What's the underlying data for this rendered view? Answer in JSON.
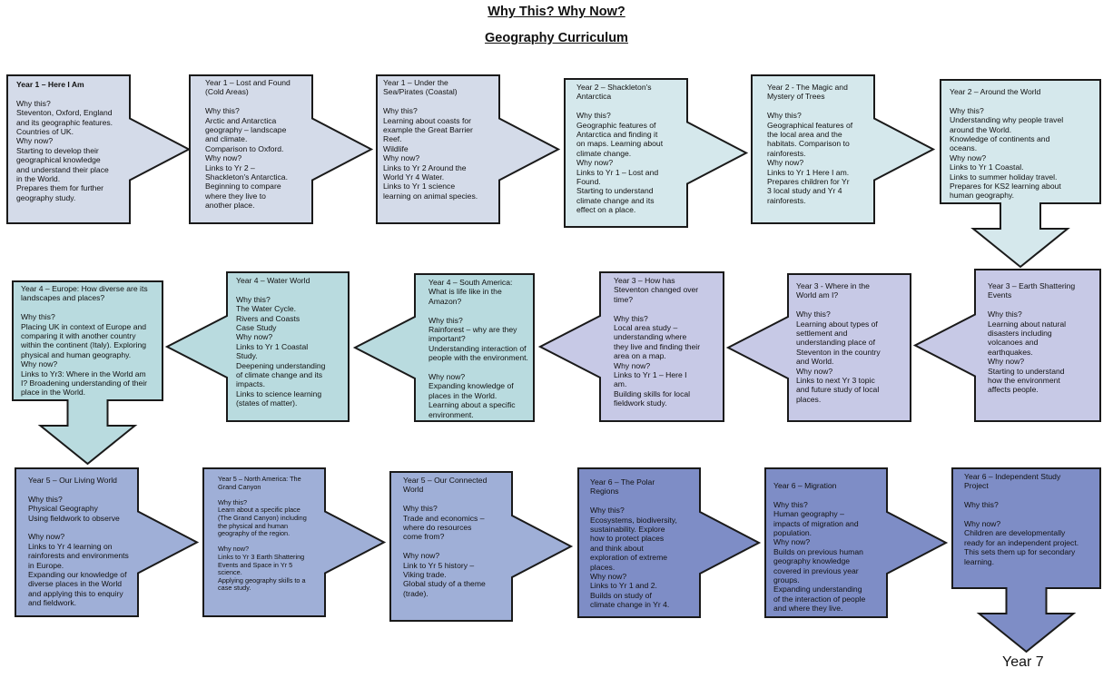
{
  "header": {
    "title": "Why This? Why Now?",
    "subtitle": "Geography Curriculum"
  },
  "colors": {
    "row1_light": "#d4dbe9",
    "row1_teal": "#d5e8ec",
    "row2_lavender": "#c7c9e6",
    "row2_teal": "#b9dbdf",
    "row3_blue": "#9fafd7",
    "row3_dark": "#7e8dc6",
    "outline": "#1a1a1a"
  },
  "boxes": [
    {
      "id": "y1-here-i-am",
      "text": "Year 1 – Here I Am\n\nWhy this?\nSteventon, Oxford, England\nand its geographic features.\nCountries of UK.\nWhy now?\nStarting to develop their\ngeographical knowledge\nand understand their place\nin the World.\nPrepares them for further\ngeography study."
    },
    {
      "id": "y1-lost-found",
      "text": "Year 1 – Lost and Found\n(Cold Areas)\n\nWhy this?\nArctic and Antarctica\ngeography – landscape\nand climate.\nComparison to Oxford.\nWhy now?\nLinks to Yr 2 –\nShackleton's Antarctica.\nBeginning to compare\nwhere they live to\nanother place."
    },
    {
      "id": "y1-under-sea",
      "text": "Year 1 – Under the\nSea/Pirates (Coastal)\n\nWhy this?\nLearning about coasts for\nexample the Great Barrier\nReef.\nWildlife\nWhy now?\nLinks to Yr 2 Around the\nWorld Yr 4 Water.\nLinks to Yr 1 science\nlearning on animal species."
    },
    {
      "id": "y2-shackleton",
      "text": "Year 2 – Shackleton's\nAntarctica\n\nWhy this?\nGeographic features of\nAntarctica and finding it\non maps. Learning about\nclimate change.\nWhy now?\nLinks to Yr 1 – Lost and\nFound.\nStarting to understand\nclimate change and its\neffect on a place."
    },
    {
      "id": "y2-magic-trees",
      "text": "Year 2 - The Magic and\nMystery of Trees\n\nWhy this?\nGeographical features of\nthe local area and the\nhabitats. Comparison to\nrainforests.\nWhy now?\nLinks to Yr 1 Here I am.\nPrepares children for Yr\n3 local study and Yr 4\nrainforests."
    },
    {
      "id": "y2-around-world",
      "text": "Year 2 – Around the World\n\nWhy this?\nUnderstanding why people travel\naround the World.\nKnowledge of continents and\noceans.\nWhy now?\nLinks to Yr 1 Coastal.\nLinks to summer holiday travel.\nPrepares for KS2 learning about\nhuman geography."
    },
    {
      "id": "y3-earth-shattering",
      "text": "Year 3 – Earth Shattering\nEvents\n\nWhy this?\nLearning about natural\ndisasters including\nvolcanoes and\nearthquakes.\nWhy now?\nStarting to understand\nhow the environment\naffects people."
    },
    {
      "id": "y3-where-world",
      "text": "Year 3 - Where in the\nWorld am I?\n\nWhy this?\nLearning about types of\nsettlement and\nunderstanding place of\nSteventon in the country\nand World.\nWhy now?\nLinks to next Yr 3 topic\nand future study of local\nplaces."
    },
    {
      "id": "y3-steventon",
      "text": "Year 3 – How has\nSteventon changed over\ntime?\n\nWhy this?\nLocal area study –\nunderstanding where\nthey live and finding their\narea on a map.\nWhy now?\nLinks to Yr 1 – Here I\nam.\nBuilding skills for local\nfieldwork study."
    },
    {
      "id": "y4-south-america",
      "text": "Year 4 – South America:\nWhat is life like in the\nAmazon?\n\nWhy this?\nRainforest – why are they\nimportant?\nUnderstanding interaction of\npeople with the environment.\n\nWhy now?\nExpanding knowledge of\nplaces in the World.\nLearning about a specific\nenvironment."
    },
    {
      "id": "y4-water-world",
      "text": "Year 4 – Water World\n\nWhy this?\nThe Water Cycle.\nRivers and Coasts\nCase Study\nWhy now?\nLinks to Yr 1 Coastal\nStudy.\nDeepening understanding\nof climate change and its\nimpacts.\nLinks to science learning\n(states of matter)."
    },
    {
      "id": "y4-europe",
      "text": "Year 4 – Europe: How diverse are its\nlandscapes and places?\n\nWhy this?\nPlacing UK in context of Europe and\ncomparing it with another country\nwithin the continent (Italy). Exploring\nphysical and human geography.\nWhy now?\nLinks to Yr3: Where in the World am\nI? Broadening understanding of their\nplace in the World."
    },
    {
      "id": "y5-living-world",
      "text": "Year 5 – Our Living World\n\nWhy this?\nPhysical Geography\nUsing fieldwork to observe\n\nWhy now?\nLinks to Yr 4 learning on\nrainforests and environments\nin Europe.\nExpanding our knowledge of\ndiverse places in the World\nand applying this to enquiry\nand fieldwork."
    },
    {
      "id": "y5-grand-canyon",
      "text": "Year 5 – North America: The\nGrand Canyon\n\nWhy this?\nLearn about a specific place\n(The Grand Canyon) including\nthe physical and human\ngeography of the region.\n\nWhy now?\nLinks to Yr 3 Earth Shattering\nEvents and Space in Yr 5\nscience.\nApplying geography skills to a\ncase study."
    },
    {
      "id": "y5-connected-world",
      "text": "Year 5 – Our Connected\nWorld\n\nWhy this?\nTrade and economics –\nwhere do resources\ncome from?\n\nWhy now?\nLink to Yr 5 history –\nViking trade.\nGlobal study of a theme\n(trade)."
    },
    {
      "id": "y6-polar",
      "text": "Year 6 – The Polar\nRegions\n\nWhy this?\nEcosystems, biodiversity,\nsustainability. Explore\nhow to protect places\nand think about\nexploration of extreme\nplaces.\nWhy now?\nLinks to Yr 1 and 2.\nBuilds on study of\nclimate change in Yr 4."
    },
    {
      "id": "y6-migration",
      "text": "Year 6 – Migration\n\nWhy this?\nHuman geography –\nimpacts of migration and\npopulation.\nWhy now?\nBuilds on previous human\ngeography knowledge\ncovered in previous year\ngroups.\nExpanding understanding\nof the interaction of people\nand where they live."
    },
    {
      "id": "y6-independent",
      "text": "Year 6 – Independent Study\nProject\n\nWhy this?\n\nWhy now?\nChildren are developmentally\nready for an independent project.\nThis sets them up for secondary\nlearning."
    }
  ],
  "footer": {
    "next_label": "Year 7"
  }
}
